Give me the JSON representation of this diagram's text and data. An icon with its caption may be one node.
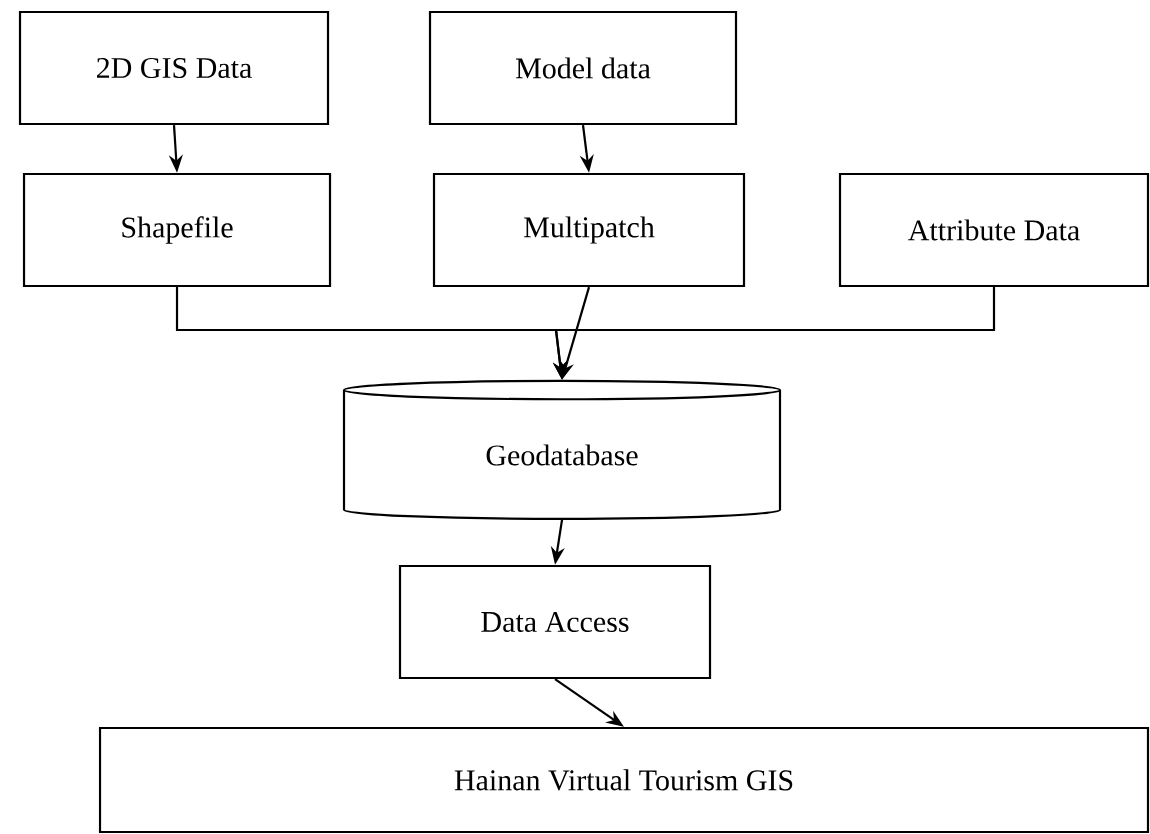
{
  "diagram": {
    "nodes": [
      {
        "text": [
          "2D GIS Data"
        ]
      },
      {
        "text": [
          "Model data"
        ]
      },
      {
        "text": [
          "Shapefile"
        ]
      },
      {
        "text": [
          "Multipatch"
        ]
      },
      {
        "text": [
          "Attribute Data"
        ]
      },
      {
        "text": [
          "Geodatabase"
        ]
      },
      {
        "text": [
          "Data Access"
        ]
      },
      {
        "text": [
          "Hainan Virtual Tourism GIS"
        ]
      }
    ],
    "edges": [
      {
        "from": 0,
        "to": 2,
        "arrow": "to"
      },
      {
        "from": 1,
        "to": 3,
        "arrow": "to"
      },
      {
        "from": 2,
        "to": 5,
        "arrow": "to"
      },
      {
        "from": 3,
        "to": 5,
        "arrow": "to"
      },
      {
        "from": 4,
        "to": 5,
        "arrow": "to"
      },
      {
        "from": 5,
        "to": 6,
        "arrow": "to"
      },
      {
        "from": 6,
        "to": 7,
        "arrow": "to"
      }
    ]
  }
}
